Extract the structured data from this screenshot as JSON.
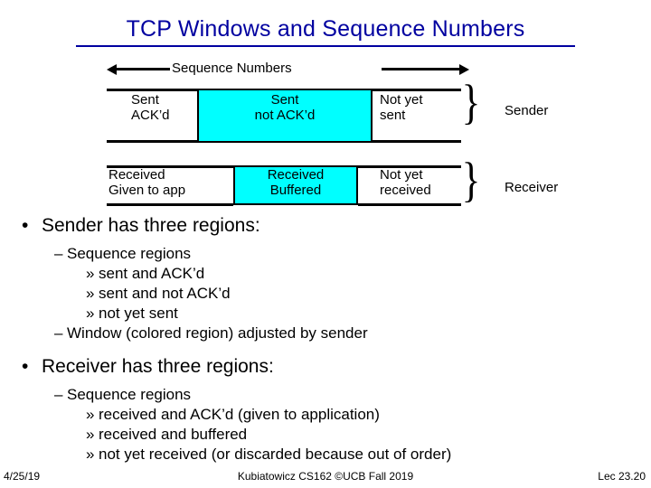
{
  "slide": {
    "title": "TCP Windows and Sequence Numbers",
    "title_color": "#0000a0"
  },
  "diagram": {
    "seq_label": "Sequence Numbers",
    "accent_color": "#00ffff",
    "sender_row": {
      "regions": [
        {
          "line1": "Sent",
          "line2": "ACK’d",
          "filled": false
        },
        {
          "line1": "Sent",
          "line2": "not ACK’d",
          "filled": true
        },
        {
          "line1": "Not yet",
          "line2": "sent",
          "filled": false
        }
      ],
      "side_label": "Sender"
    },
    "receiver_row": {
      "regions": [
        {
          "line1": "Received",
          "line2": "Given to app",
          "filled": false
        },
        {
          "line1": "Received",
          "line2": "Buffered",
          "filled": true
        },
        {
          "line1": "Not yet",
          "line2": "received",
          "filled": false
        }
      ],
      "side_label": "Receiver"
    }
  },
  "body": {
    "sender_heading": "Sender has three regions:",
    "sender_sub": "Sequence regions",
    "sender_items": [
      "sent and ACK’d",
      "sent and not ACK’d",
      "not yet sent"
    ],
    "sender_note": "Window (colored region) adjusted by sender",
    "receiver_heading": "Receiver has three regions:",
    "receiver_sub": "Sequence regions",
    "receiver_items": [
      "received and ACK’d (given to application)",
      "received and buffered",
      "not yet received (or discarded because out of order)"
    ],
    "bullet_glyph": "•",
    "dash_glyph": "–",
    "guillemet_glyph": "»"
  },
  "footer": {
    "date": "4/25/19",
    "center": "Kubiatowicz CS162 ©UCB Fall 2019",
    "right": "Lec 23.20"
  }
}
